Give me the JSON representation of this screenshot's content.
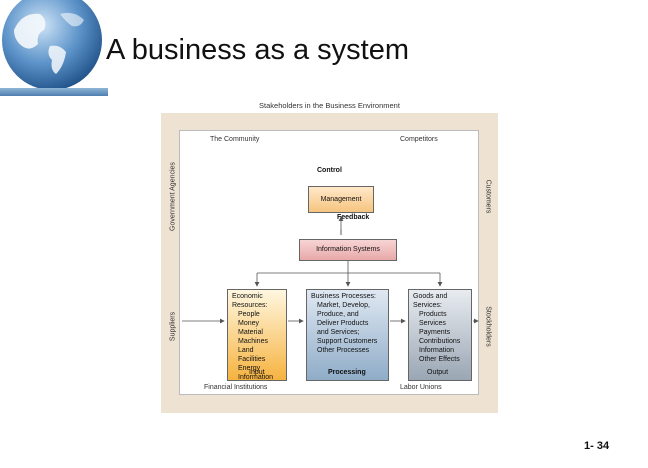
{
  "slide": {
    "title": "A business as a system",
    "page_number": "1- 34"
  },
  "diagram": {
    "header": "Stakeholders in the Business Environment",
    "top_left": "The Community",
    "top_right": "Competitors",
    "bottom_left": "Financial Institutions",
    "bottom_right": "Labor Unions",
    "left_upper": "Government Agencies",
    "left_lower": "Suppliers",
    "right_upper": "Customers",
    "right_lower": "Stockholders",
    "control_label": "Control",
    "control_box": "Management",
    "feedback_label": "Feedback",
    "info_box": "Information Systems",
    "input_box": {
      "heading": "Economic Resources:",
      "items": [
        "People",
        "Money",
        "Material",
        "Machines",
        "Land",
        "Facilities",
        "Energy",
        "Information"
      ]
    },
    "process_box": {
      "heading": "Business Processes:",
      "items": [
        "Market, Develop,",
        "Produce, and",
        "Deliver Products",
        "and Services;",
        "Support Customers",
        "Other Processes"
      ]
    },
    "output_box": {
      "heading": "Goods and Services:",
      "items": [
        "Products",
        "Services",
        "Payments",
        "Contributions",
        "Information",
        "Other Effects"
      ]
    },
    "input_label": "Input",
    "processing_label": "Processing",
    "output_label": "Output"
  }
}
